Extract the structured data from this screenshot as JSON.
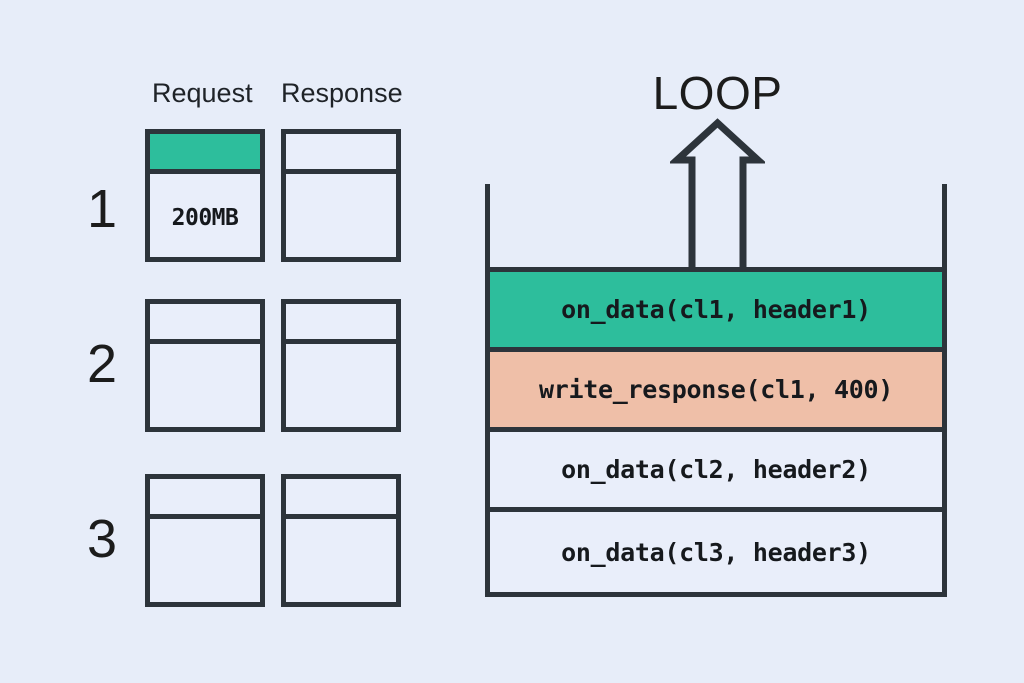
{
  "diagram": {
    "title_present": false,
    "background_color": "#e7edf9",
    "accent_green": "#2dbe9c",
    "accent_salmon": "#efbfa8",
    "stroke_color": "#2d343b"
  },
  "left_panel": {
    "columns": [
      {
        "label": "Request"
      },
      {
        "label": "Response"
      }
    ],
    "rows": [
      {
        "number": "1",
        "request": {
          "header_filled": true,
          "body_text": "200MB"
        },
        "response": {
          "header_filled": false,
          "body_text": ""
        }
      },
      {
        "number": "2",
        "request": {
          "header_filled": false,
          "body_text": ""
        },
        "response": {
          "header_filled": false,
          "body_text": ""
        }
      },
      {
        "number": "3",
        "request": {
          "header_filled": false,
          "body_text": ""
        },
        "response": {
          "header_filled": false,
          "body_text": ""
        }
      }
    ]
  },
  "right_panel": {
    "loop_label": "LOOP",
    "arrow_direction": "up",
    "queue": [
      {
        "text": "on_data(cl1, header1)",
        "color": "green"
      },
      {
        "text": "write_response(cl1, 400)",
        "color": "salmon"
      },
      {
        "text": "on_data(cl2, header2)",
        "color": "plain"
      },
      {
        "text": "on_data(cl3, header3)",
        "color": "plain"
      }
    ]
  }
}
